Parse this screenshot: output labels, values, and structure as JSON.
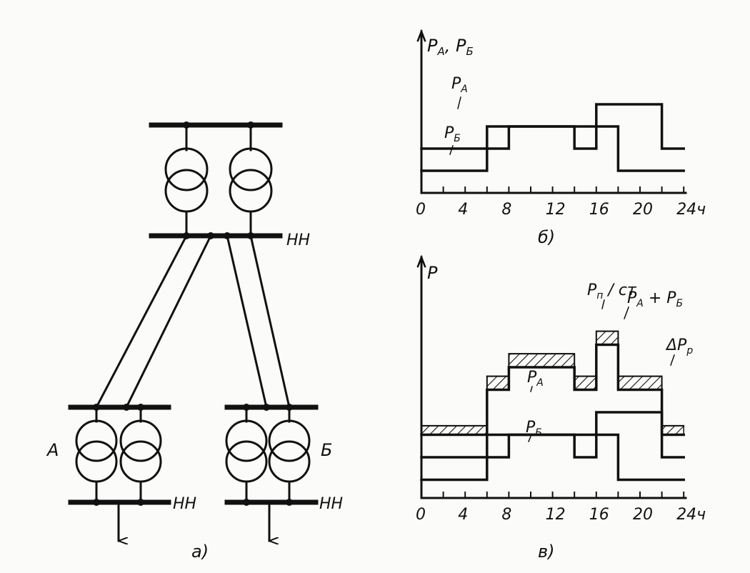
{
  "diagram_a": {
    "caption": "а)",
    "nn_top": "НН",
    "nn_left": "НН",
    "nn_right": "НН",
    "label_a": "А",
    "label_b": "Б"
  },
  "chart_b": {
    "caption": "б)",
    "ylabel": "P_A, P_Б",
    "series_a_label": "P_A",
    "series_b_label": "P_Б"
  },
  "chart_v": {
    "caption": "в)",
    "ylabel": "P",
    "p_pst_label": "P_п/ст",
    "sum_label": "P_A + P_Б",
    "delta_label": "ΔP_р",
    "series_a_label": "P_A",
    "series_b_label": "P_Б"
  },
  "chart_data": [
    {
      "type": "line",
      "caption": "б)",
      "x_ticks": [
        "0",
        "4",
        "8",
        "12",
        "16",
        "20",
        "24ч"
      ],
      "xlim": [
        0,
        24
      ],
      "series": [
        {
          "name": "P_A",
          "steps": [
            [
              0,
              2
            ],
            [
              8,
              3
            ],
            [
              14,
              2
            ],
            [
              16,
              4
            ],
            [
              22,
              2
            ],
            [
              24,
              2
            ]
          ]
        },
        {
          "name": "P_Б",
          "steps": [
            [
              0,
              1
            ],
            [
              6,
              3
            ],
            [
              18,
              1
            ],
            [
              24,
              1
            ]
          ]
        }
      ]
    },
    {
      "type": "line",
      "caption": "в)",
      "x_ticks": [
        "0",
        "4",
        "8",
        "12",
        "16",
        "20",
        "24ч"
      ],
      "xlim": [
        0,
        24
      ],
      "series": [
        {
          "name": "P_A",
          "steps": [
            [
              0,
              2
            ],
            [
              8,
              3
            ],
            [
              14,
              2
            ],
            [
              16,
              4
            ],
            [
              22,
              2
            ],
            [
              24,
              2
            ]
          ]
        },
        {
          "name": "P_Б",
          "steps": [
            [
              0,
              1
            ],
            [
              6,
              3
            ],
            [
              18,
              1
            ],
            [
              24,
              1
            ]
          ]
        },
        {
          "name": "P_A + P_Б",
          "steps": [
            [
              0,
              3
            ],
            [
              6,
              5
            ],
            [
              8,
              6
            ],
            [
              14,
              5
            ],
            [
              16,
              7
            ],
            [
              18,
              5
            ],
            [
              22,
              3
            ],
            [
              24,
              3
            ]
          ]
        },
        {
          "name": "P_п/ст",
          "steps": [
            [
              0,
              3.4
            ],
            [
              6,
              5.6
            ],
            [
              8,
              6.6
            ],
            [
              14,
              5.6
            ],
            [
              16,
              7.6
            ],
            [
              18,
              5.6
            ],
            [
              22,
              3.4
            ],
            [
              24,
              3.4
            ]
          ]
        }
      ]
    }
  ]
}
